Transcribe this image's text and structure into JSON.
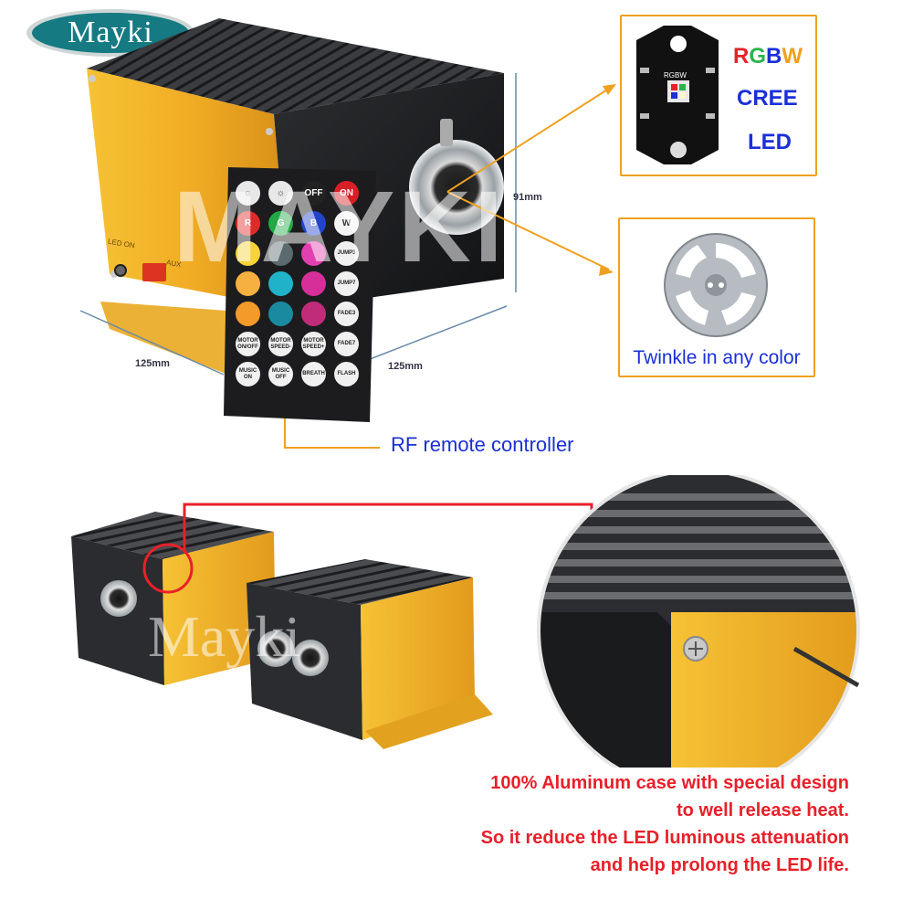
{
  "logo": {
    "text": "Mayki"
  },
  "watermarks": {
    "top": "MAYKI",
    "bottom": "Mayki"
  },
  "led_callout": {
    "board_label": "RGBW",
    "letters": [
      {
        "ch": "R",
        "color": "#e8202a"
      },
      {
        "ch": "G",
        "color": "#2ab34a"
      },
      {
        "ch": "B",
        "color": "#1a2fd8"
      },
      {
        "ch": "W",
        "color": "#f0a020"
      }
    ],
    "line2": "CREE",
    "line3": "LED"
  },
  "twinkle_callout": {
    "label": "Twinkle in any color"
  },
  "dimensions": {
    "height": "91mm",
    "width": "125mm",
    "depth": "125mm"
  },
  "device_labels": {
    "top": "LED ON",
    "bottom": "AUX"
  },
  "remote": {
    "label": "RF remote controller",
    "buttons": [
      {
        "t": "☼",
        "bg": "#e8e8e8",
        "fg": "#333"
      },
      {
        "t": "☼",
        "bg": "#e8e8e8",
        "fg": "#333"
      },
      {
        "t": "OFF",
        "bg": "#222222",
        "fg": "#fff"
      },
      {
        "t": "ON",
        "bg": "#d81f26",
        "fg": "#fff"
      },
      {
        "t": "R",
        "bg": "#e02a2a",
        "fg": "#fff"
      },
      {
        "t": "G",
        "bg": "#22a845",
        "fg": "#fff"
      },
      {
        "t": "B",
        "bg": "#2244cc",
        "fg": "#fff"
      },
      {
        "t": "W",
        "bg": "#f4f4f4",
        "fg": "#333"
      },
      {
        "t": "",
        "bg": "#f7d23a",
        "fg": "#333"
      },
      {
        "t": "",
        "bg": "#5a6a6e",
        "fg": "#fff"
      },
      {
        "t": "",
        "bg": "#e23fb0",
        "fg": "#fff"
      },
      {
        "t": "JUMP3",
        "bg": "#f0f0f0",
        "fg": "#222"
      },
      {
        "t": "",
        "bg": "#f5b040",
        "fg": "#333"
      },
      {
        "t": "",
        "bg": "#1fb2c9",
        "fg": "#fff"
      },
      {
        "t": "",
        "bg": "#d62f9a",
        "fg": "#fff"
      },
      {
        "t": "JUMP7",
        "bg": "#f0f0f0",
        "fg": "#222"
      },
      {
        "t": "",
        "bg": "#f39a2a",
        "fg": "#333"
      },
      {
        "t": "",
        "bg": "#1a8aa0",
        "fg": "#fff"
      },
      {
        "t": "",
        "bg": "#c12c7a",
        "fg": "#fff"
      },
      {
        "t": "FADE3",
        "bg": "#f0f0f0",
        "fg": "#222"
      },
      {
        "t": "MOTOR ON/OFF",
        "bg": "#f0f0f0",
        "fg": "#222"
      },
      {
        "t": "MOTOR SPEED-",
        "bg": "#f0f0f0",
        "fg": "#222"
      },
      {
        "t": "MOTOR SPEED+",
        "bg": "#f0f0f0",
        "fg": "#222"
      },
      {
        "t": "FADE7",
        "bg": "#f0f0f0",
        "fg": "#222"
      },
      {
        "t": "MUSIC ON",
        "bg": "#f0f0f0",
        "fg": "#222"
      },
      {
        "t": "MUSIC OFF",
        "bg": "#f0f0f0",
        "fg": "#222"
      },
      {
        "t": "BREATH",
        "bg": "#f0f0f0",
        "fg": "#222"
      },
      {
        "t": "FLASH",
        "bg": "#f0f0f0",
        "fg": "#222"
      }
    ]
  },
  "heat_text": {
    "line1": "100% Aluminum case with special design",
    "line2": "to well release heat.",
    "line3": "So it reduce the LED luminous attenuation",
    "line4": "and help prolong the LED life."
  },
  "colors": {
    "accent": "#f0a020",
    "callout_red": "#e8202a",
    "label_blue": "#1a2fd8",
    "case_gold": "#f2b52a"
  }
}
